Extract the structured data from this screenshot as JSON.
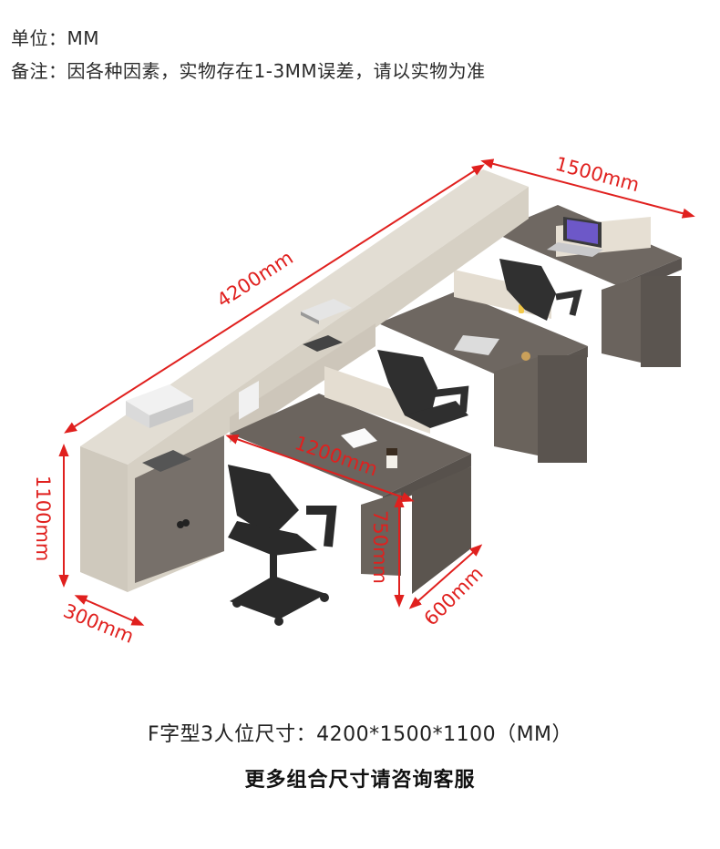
{
  "notes": {
    "unit": "单位：MM",
    "remark": "备注：因各种因素，实物存在1-3MM误差，请以实物为准"
  },
  "dimensions": {
    "length_total": "4200mm",
    "depth_wing": "1500mm",
    "desk_width": "1200mm",
    "desk_height": "750mm",
    "desk_depth": "600mm",
    "cabinet_height": "1100mm",
    "cabinet_depth": "300mm"
  },
  "colors": {
    "dimension": "#e0201e",
    "cabinet_beige": "#d8d2c6",
    "desk_walnut": "#6e6761",
    "chair": "#2b2b2b"
  },
  "caption": {
    "size": "F字型3人位尺寸：4200*1500*1100（MM）",
    "more": "更多组合尺寸请咨询客服"
  }
}
